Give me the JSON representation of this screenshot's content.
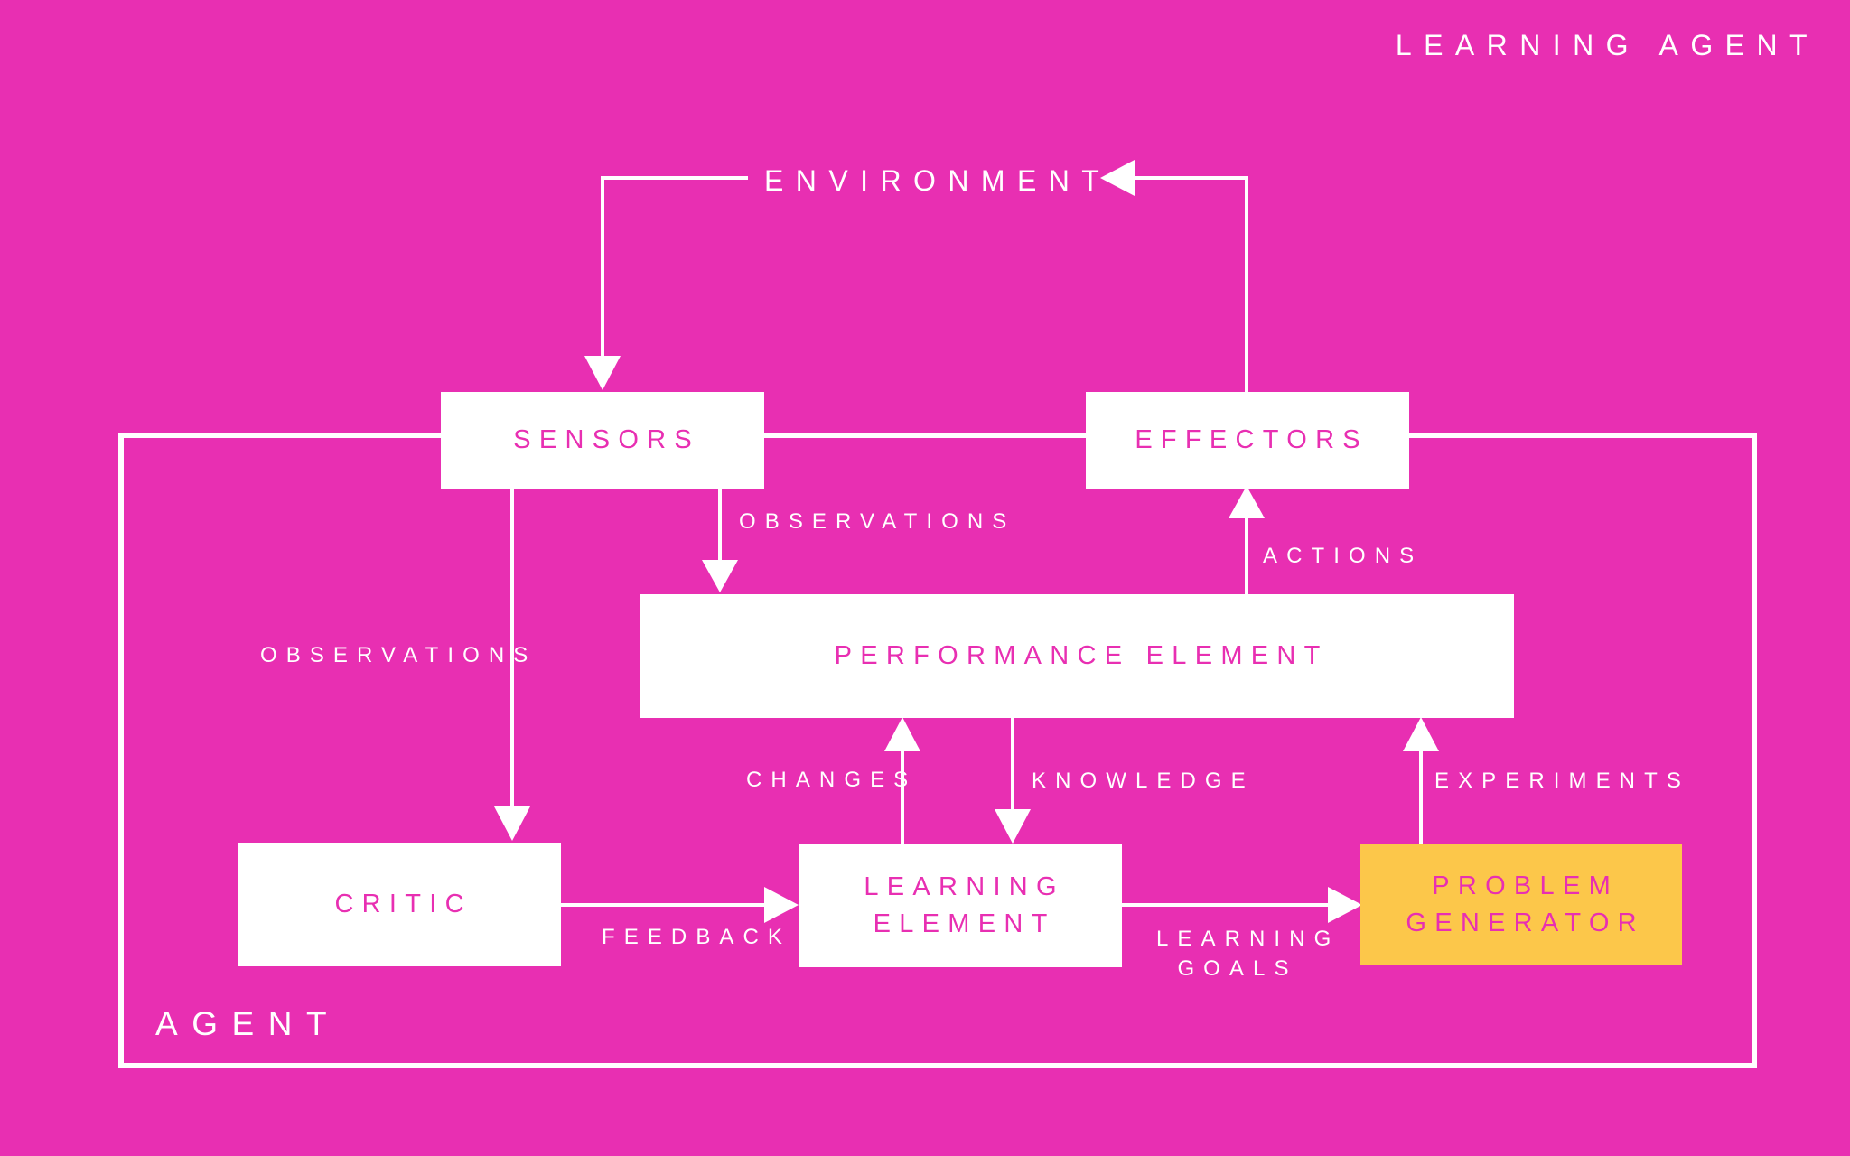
{
  "title": "LEARNING AGENT",
  "environment": "ENVIRONMENT",
  "agent_label": "AGENT",
  "boxes": {
    "sensors": "SENSORS",
    "effectors": "EFFECTORS",
    "performance_element": "PERFORMANCE ELEMENT",
    "critic": "CRITIC",
    "learning_element": "LEARNING\nELEMENT",
    "problem_generator": "PROBLEM\nGENERATOR"
  },
  "edge_labels": {
    "observations_top": "OBSERVATIONS",
    "observations_left": "OBSERVATIONS",
    "actions": "ACTIONS",
    "changes": "CHANGES",
    "knowledge": "KNOWLEDGE",
    "experiments": "EXPERIMENTS",
    "feedback": "FEEDBACK",
    "learning_goals": "LEARNING\nGOALS"
  },
  "colors": {
    "background": "#e82fb2",
    "box": "#ffffff",
    "highlight_box": "#fcc74a",
    "line": "#ffffff"
  }
}
